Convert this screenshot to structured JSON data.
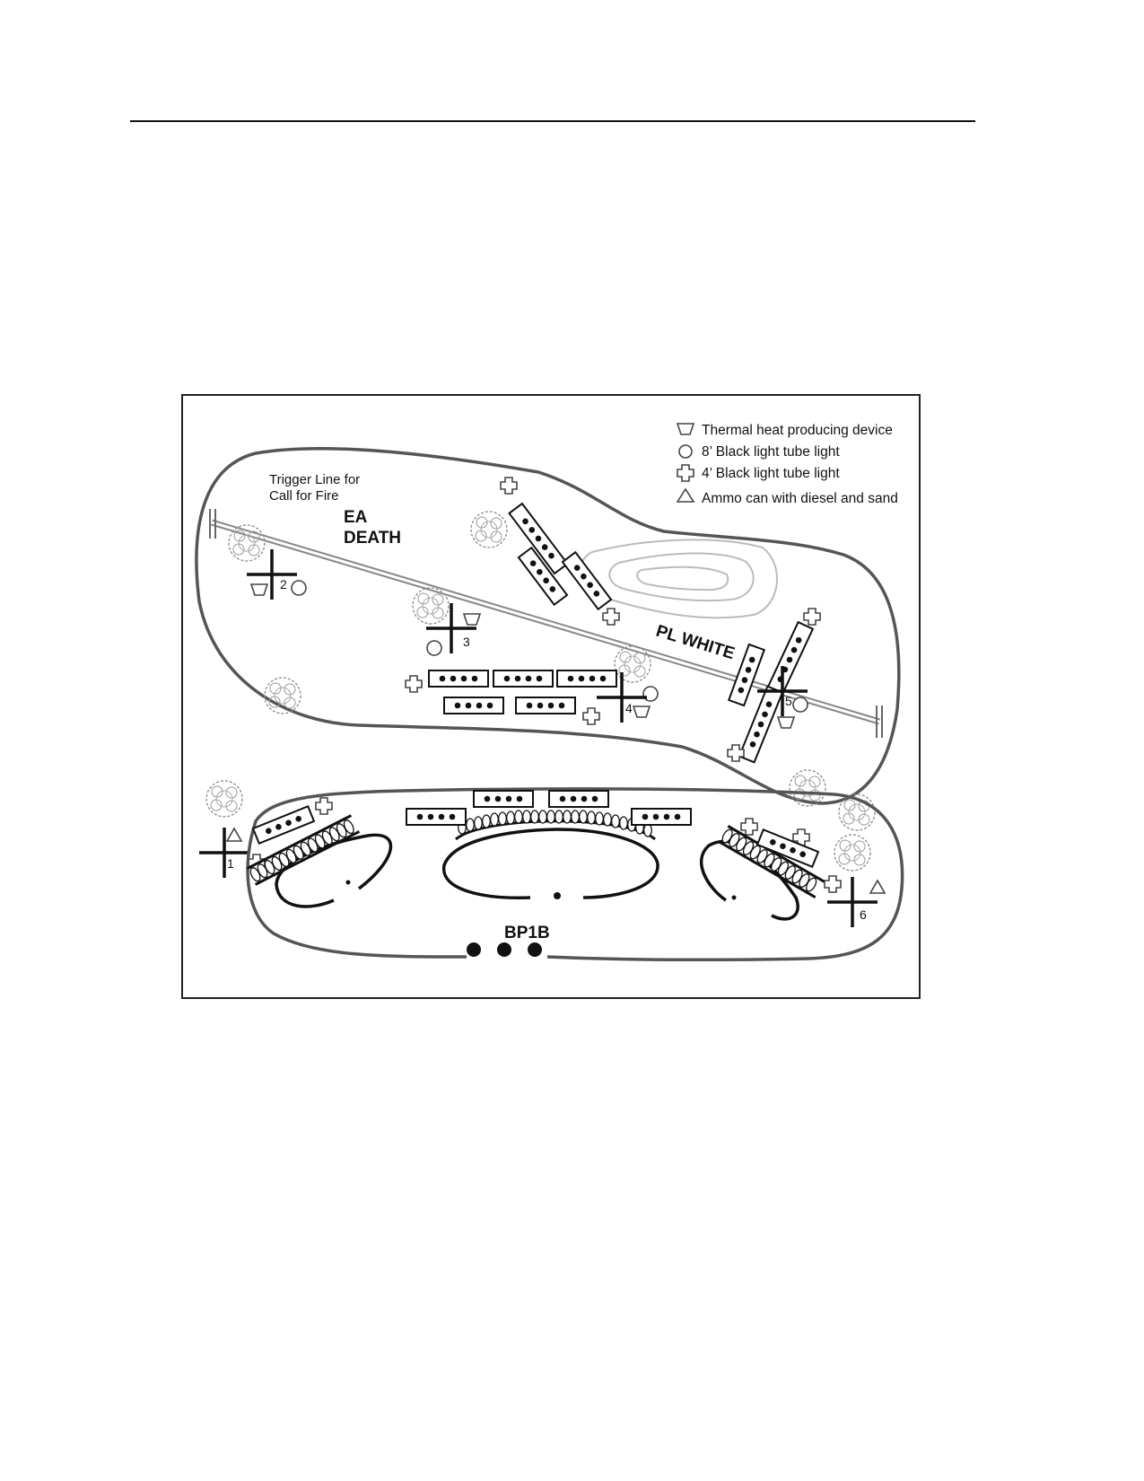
{
  "legend": [
    {
      "icon": "thermal-device-icon",
      "label": "Thermal heat producing device"
    },
    {
      "icon": "circle-icon",
      "label": "8’ Black light tube light"
    },
    {
      "icon": "cross-icon",
      "label": "4’ Black light tube light"
    },
    {
      "icon": "triangle-icon",
      "label": "Ammo can with diesel and sand"
    }
  ],
  "labels": {
    "trigger_line_1": "Trigger Line for",
    "trigger_line_2": "Call for Fire",
    "engagement_area_1": "EA",
    "engagement_area_2": "DEATH",
    "phase_line": "PL WHITE",
    "battle_position": "BP1B"
  },
  "target_points": [
    "1",
    "2",
    "3",
    "4",
    "5",
    "6"
  ]
}
